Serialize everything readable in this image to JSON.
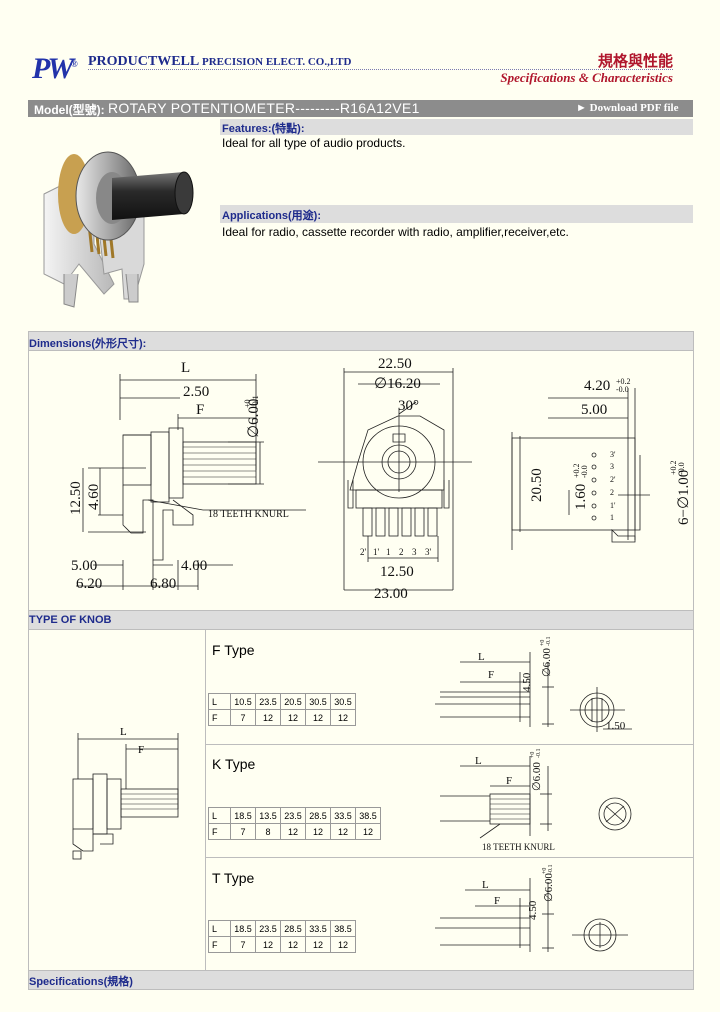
{
  "header": {
    "logo": "PW",
    "logo_reg": "®",
    "company_part1": "PRODUCTWELL",
    "company_part2": "PRECISION ELECT. CO.,LTD",
    "title_cn": "規格與性能",
    "title_en": "Specifications & Characteristics"
  },
  "model_bar": {
    "label": "Model(型號):",
    "name": "ROTARY POTENTIOMETER---------R16A12VE1",
    "download": "► Download PDF file"
  },
  "features": {
    "label": "Features:(特點):",
    "text": "Ideal for all type of audio products."
  },
  "applications": {
    "label": "Applications(用途):",
    "text": "Ideal for radio, cassette recorder with radio, amplifier,receiver,etc."
  },
  "dimensions": {
    "label": "Dimensions(外形尺寸):",
    "side": {
      "L": "L",
      "d250": "2.50",
      "F": "F",
      "shaft": "∅6.00",
      "shaft_tol_p": "+0",
      "shaft_tol_m": "-0.1",
      "d1250": "12.50",
      "d460": "4.60",
      "knurl": "18 TEETH KNURL",
      "d500": "5.00",
      "d400": "4.00",
      "d620": "6.20",
      "d680": "6.80"
    },
    "front": {
      "d2250": "22.50",
      "d1620": "∅16.20",
      "angle": "30°",
      "pins": [
        "2'",
        "1'",
        "1",
        "2",
        "3",
        "3'"
      ],
      "d1250": "12.50",
      "d2300": "23.00"
    },
    "rear": {
      "d420": "4.20",
      "d420_tol_p": "+0.2",
      "d420_tol_m": "-0.0",
      "d500": "5.00",
      "d2050": "20.50",
      "d160": "1.60",
      "d160_tol_p": "+0.2",
      "d160_tol_m": "-0.0",
      "holes": "6−∅1.00",
      "holes_tol_p": "+0.2",
      "holes_tol_m": "-0.0",
      "pins": [
        "3'",
        "3",
        "2'",
        "2",
        "1'",
        "1"
      ]
    }
  },
  "knob": {
    "label": "TYPE OF KNOB",
    "overview": {
      "L": "L",
      "F": "F"
    },
    "f_type": {
      "title": "F Type",
      "L_label": "L",
      "F_label": "F",
      "L_values": [
        "10.5",
        "23.5",
        "20.5",
        "30.5",
        "30.5"
      ],
      "F_values": [
        "7",
        "12",
        "12",
        "12",
        "12"
      ],
      "drawing": {
        "L": "L",
        "F": "F",
        "d450": "4.50",
        "shaft": "∅6.00",
        "tol_p": "+0",
        "tol_m": "-0.1",
        "d150": "1.50"
      }
    },
    "k_type": {
      "title": "K Type",
      "L_label": "L",
      "F_label": "F",
      "L_values": [
        "18.5",
        "13.5",
        "23.5",
        "28.5",
        "33.5",
        "38.5"
      ],
      "F_values": [
        "7",
        "8",
        "12",
        "12",
        "12",
        "12"
      ],
      "drawing": {
        "L": "L",
        "F": "F",
        "shaft": "∅6.00",
        "tol_p": "+0",
        "tol_m": "-0.1",
        "knurl": "18 TEETH KNURL"
      }
    },
    "t_type": {
      "title": "T Type",
      "L_label": "L",
      "F_label": "F",
      "L_values": [
        "18.5",
        "23.5",
        "28.5",
        "33.5",
        "38.5"
      ],
      "F_values": [
        "7",
        "12",
        "12",
        "12",
        "12"
      ],
      "drawing": {
        "L": "L",
        "F": "F",
        "d450": "4.50",
        "shaft": "∅6.00",
        "tol_p": "+0",
        "tol_m": "-0.1"
      }
    }
  },
  "specifications": {
    "label": "Specifications(規格)"
  },
  "colors": {
    "accent_blue": "#1e2b8c",
    "accent_red": "#b0162c",
    "bar_gray": "#8c8c8c",
    "section_gray": "#dddddd",
    "background": "#fffff2"
  }
}
